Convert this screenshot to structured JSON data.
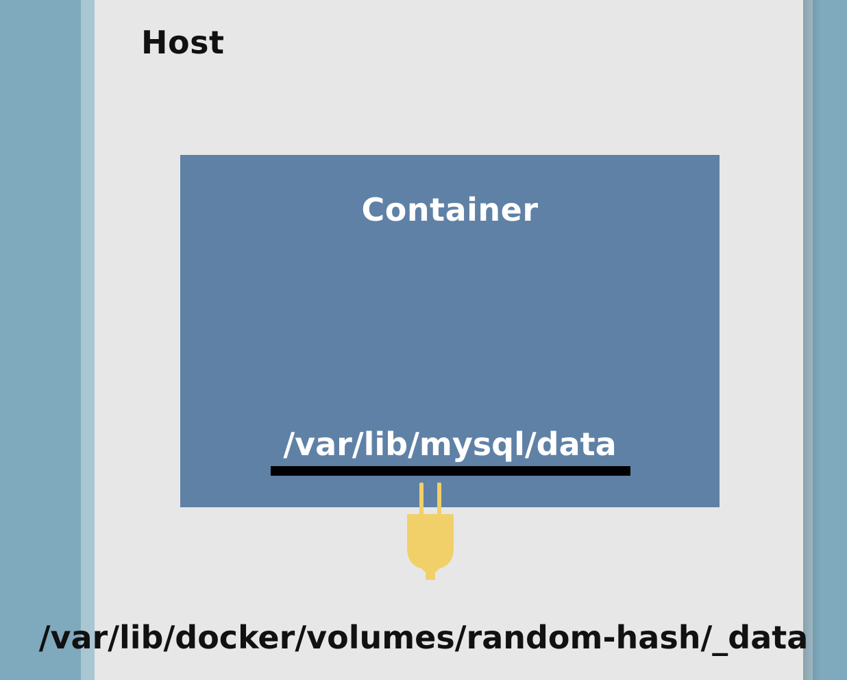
{
  "colors": {
    "background": "#7fa9bd",
    "host_fill": "#e7e7e7",
    "host_border": "#a9c6d3",
    "container_fill": "#5f81a6",
    "container_text": "#ffffff",
    "host_text": "#111111",
    "underline": "#000000",
    "plug": "#f1d06a"
  },
  "host": {
    "title": "Host",
    "volume_path": "/var/lib/docker/volumes/random-hash/_data"
  },
  "container": {
    "title": "Container",
    "mount_path": "/var/lib/mysql/data"
  },
  "connector": {
    "icon": "plug-icon"
  }
}
